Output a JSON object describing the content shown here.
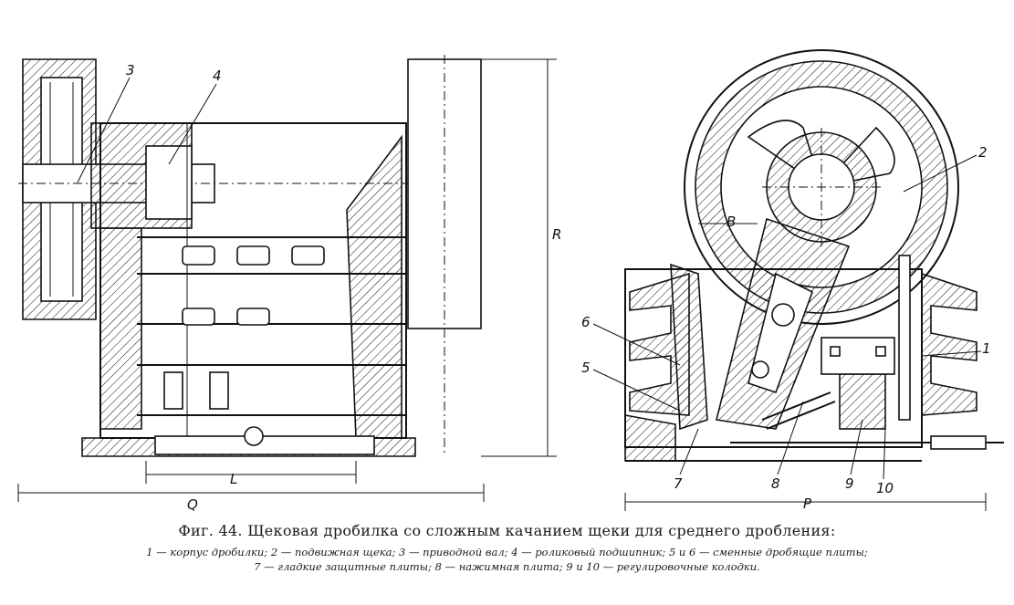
{
  "figure": {
    "caption_title": "Фиг. 44. Щековая дробилка со сложным качанием щеки для среднего дробления:",
    "legend_line1": "1 — корпус дробилки; 2 — подвижная щека; 3 — приводной вал; 4 — роликовый подшипник; 5 и 6 — сменные дробящие плиты;",
    "legend_line2": "7 — гладкие защитные плиты; 8 — нажимная плита; 9 и 10 — регулировочные колодки."
  },
  "labels": {
    "n1": "1",
    "n2": "2",
    "n3": "3",
    "n4": "4",
    "n5": "5",
    "n6": "6",
    "n7": "7",
    "n8": "8",
    "n9": "9",
    "n10": "10"
  },
  "dimensions": {
    "Q": "Q",
    "L": "L",
    "R": "R",
    "P": "P",
    "B": "B"
  }
}
